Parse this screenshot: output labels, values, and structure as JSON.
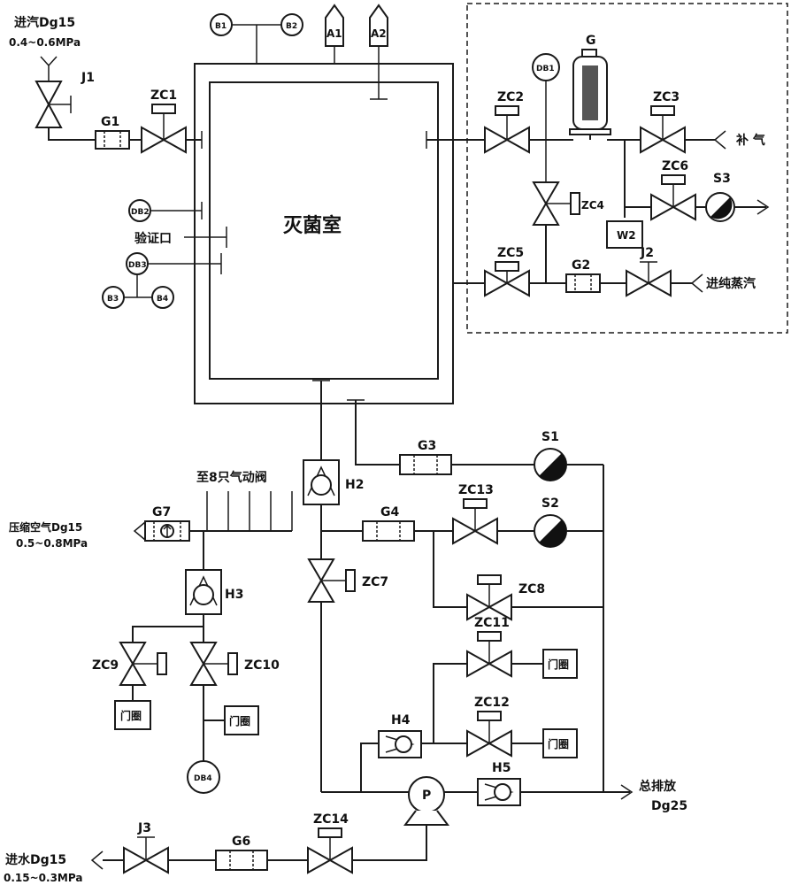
{
  "chamber": {
    "label": "灭菌室"
  },
  "inlets": {
    "steam_inlet": {
      "name": "进汽Dg15",
      "pressure": "0.4~0.6MPa"
    },
    "pure_steam": "进纯蒸汽",
    "make_up_air": "补 气",
    "compressed_air": {
      "name": "压缩空气Dg15",
      "pressure": "0.5~0.8MPa"
    },
    "water_inlet": {
      "name": "进水Dg15",
      "pressure": "0.15~0.3MPa"
    },
    "pneumatic_note": "至8只气动阀",
    "verify_port": "验证口"
  },
  "outlet": {
    "name": "总排放",
    "size": "Dg25"
  },
  "tags": {
    "B1": "B1",
    "B2": "B2",
    "B3": "B3",
    "B4": "B4",
    "A1": "A1",
    "A2": "A2",
    "DB1": "DB1",
    "DB2": "DB2",
    "DB3": "DB3",
    "DB4": "DB4",
    "G": "G",
    "G1": "G1",
    "G2": "G2",
    "G3": "G3",
    "G4": "G4",
    "G6": "G6",
    "G7": "G7",
    "J1": "J1",
    "J2": "J2",
    "J3": "J3",
    "ZC1": "ZC1",
    "ZC2": "ZC2",
    "ZC3": "ZC3",
    "ZC4": "ZC4",
    "ZC5": "ZC5",
    "ZC6": "ZC6",
    "ZC7": "ZC7",
    "ZC8": "ZC8",
    "ZC9": "ZC9",
    "ZC10": "ZC10",
    "ZC11": "ZC11",
    "ZC12": "ZC12",
    "ZC13": "ZC13",
    "ZC14": "ZC14",
    "S1": "S1",
    "S2": "S2",
    "S3": "S3",
    "W2": "W2",
    "H2": "H2",
    "H3": "H3",
    "H4": "H4",
    "H5": "H5",
    "P": "P"
  },
  "door_seal": "门圈"
}
